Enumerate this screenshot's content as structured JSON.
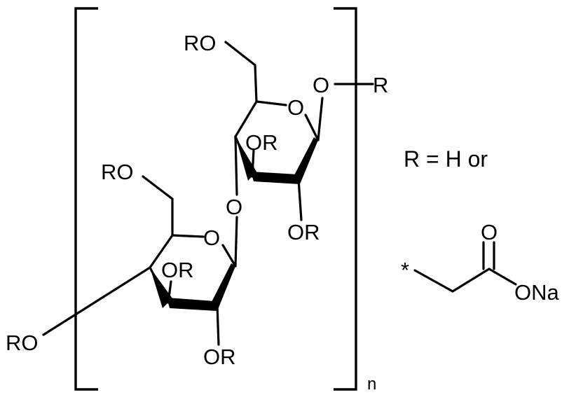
{
  "structure": {
    "atom_labels": {
      "ro_top": "RO",
      "ring_o_top": "O",
      "glyco_o_right": "O",
      "r_right": "R",
      "or_top_ring_c3": "OR",
      "or_top_ring_c2": "OR",
      "ro_mid": "RO",
      "glyco_o_mid": "O",
      "ring_o_bottom": "O",
      "or_bottom_ring_c3": "OR",
      "or_bottom_ring_c2": "OR",
      "ro_bottom_left": "RO"
    },
    "repeat_subscript": "n"
  },
  "legend": {
    "definition": "R = H or",
    "asterisk": "*",
    "carbonyl_o": "O",
    "salt_group": "ONa"
  }
}
